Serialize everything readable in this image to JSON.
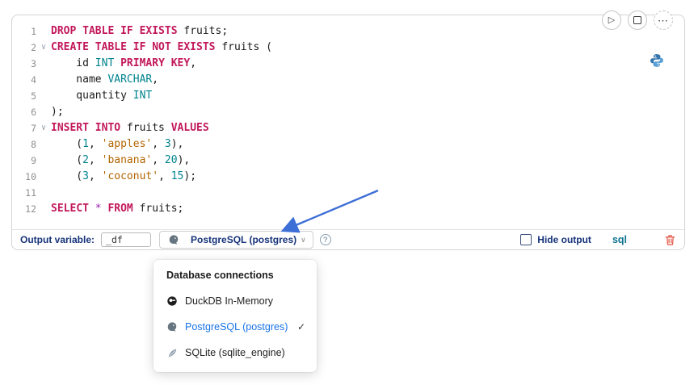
{
  "icons": {
    "run": "▷",
    "more": "⋯",
    "chevron_down": "∨",
    "help": "?",
    "check": "✓",
    "fold_caret": "∨",
    "names": [
      "play-icon",
      "stop-square-icon",
      "ellipsis-icon",
      "python-logo-icon",
      "fold-caret-icon",
      "postgresql-elephant-icon",
      "question-help-icon",
      "checkbox-unchecked",
      "trash-icon",
      "duckdb-icon",
      "sqlite-icon",
      "check-icon",
      "chevron-down-icon",
      "annotation-arrow"
    ]
  },
  "colors": {
    "keyword": "#c2185b",
    "datatype": "#00838f",
    "number": "#00838f",
    "string": "#b26500",
    "operator": "#9c27b0",
    "label_navy": "#16337a",
    "selected_item_blue": "#1a73e8",
    "language_teal": "#0e7490",
    "danger_red": "#e25241",
    "arrow_blue": "#3e6fd6"
  },
  "editor": {
    "lines": [
      {
        "num": "1",
        "fold": false,
        "tokens": [
          [
            "kw",
            "DROP TABLE IF EXISTS"
          ],
          [
            "pl",
            " fruits;"
          ]
        ]
      },
      {
        "num": "2",
        "fold": true,
        "tokens": [
          [
            "kw",
            "CREATE TABLE IF NOT EXISTS"
          ],
          [
            "pl",
            " fruits ("
          ]
        ]
      },
      {
        "num": "3",
        "fold": false,
        "tokens": [
          [
            "pl",
            "    id "
          ],
          [
            "ty",
            "INT"
          ],
          [
            "pl",
            " "
          ],
          [
            "kw",
            "PRIMARY KEY"
          ],
          [
            "pl",
            ","
          ]
        ]
      },
      {
        "num": "4",
        "fold": false,
        "tokens": [
          [
            "pl",
            "    name "
          ],
          [
            "ty",
            "VARCHAR"
          ],
          [
            "pl",
            ","
          ]
        ]
      },
      {
        "num": "5",
        "fold": false,
        "tokens": [
          [
            "pl",
            "    quantity "
          ],
          [
            "ty",
            "INT"
          ]
        ]
      },
      {
        "num": "6",
        "fold": false,
        "tokens": [
          [
            "pl",
            ");"
          ]
        ]
      },
      {
        "num": "7",
        "fold": true,
        "tokens": [
          [
            "kw",
            "INSERT INTO"
          ],
          [
            "pl",
            " fruits "
          ],
          [
            "kw",
            "VALUES"
          ]
        ]
      },
      {
        "num": "8",
        "fold": false,
        "tokens": [
          [
            "pl",
            "    ("
          ],
          [
            "num",
            "1"
          ],
          [
            "pl",
            ", "
          ],
          [
            "str",
            "'apples'"
          ],
          [
            "pl",
            ", "
          ],
          [
            "num",
            "3"
          ],
          [
            "pl",
            "),"
          ]
        ]
      },
      {
        "num": "9",
        "fold": false,
        "tokens": [
          [
            "pl",
            "    ("
          ],
          [
            "num",
            "2"
          ],
          [
            "pl",
            ", "
          ],
          [
            "str",
            "'banana'"
          ],
          [
            "pl",
            ", "
          ],
          [
            "num",
            "20"
          ],
          [
            "pl",
            "),"
          ]
        ]
      },
      {
        "num": "10",
        "fold": false,
        "tokens": [
          [
            "pl",
            "    ("
          ],
          [
            "num",
            "3"
          ],
          [
            "pl",
            ", "
          ],
          [
            "str",
            "'coconut'"
          ],
          [
            "pl",
            ", "
          ],
          [
            "num",
            "15"
          ],
          [
            "pl",
            ");"
          ]
        ]
      },
      {
        "num": "11",
        "fold": false,
        "tokens": []
      },
      {
        "num": "12",
        "fold": false,
        "tokens": [
          [
            "kw",
            "SELECT"
          ],
          [
            "pl",
            " "
          ],
          [
            "op",
            "*"
          ],
          [
            "pl",
            " "
          ],
          [
            "kw",
            "FROM"
          ],
          [
            "pl",
            " fruits;"
          ]
        ]
      }
    ]
  },
  "toolbar": {
    "output_variable_label": "Output variable:",
    "output_variable_value": "_df",
    "connection_label": "PostgreSQL (postgres)",
    "hide_output_label": "Hide output",
    "language_badge": "sql"
  },
  "menu": {
    "title": "Database connections",
    "items": [
      {
        "id": "duckdb",
        "icon": "duckdb-icon",
        "label": "DuckDB In-Memory",
        "selected": false
      },
      {
        "id": "postgres",
        "icon": "postgresql-elephant-icon",
        "label": "PostgreSQL (postgres)",
        "selected": true
      },
      {
        "id": "sqlite",
        "icon": "sqlite-icon",
        "label": "SQLite (sqlite_engine)",
        "selected": false
      }
    ]
  }
}
